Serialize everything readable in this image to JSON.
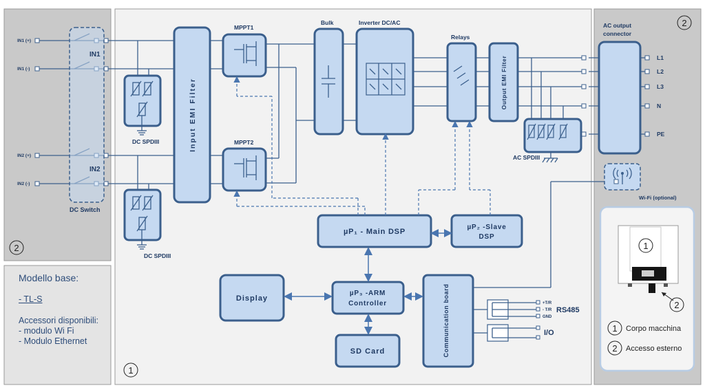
{
  "labels": {
    "in1_pos": "IN1 (+)",
    "in1_neg": "IN1 (-)",
    "in2_pos": "IN2 (+)",
    "in2_neg": "IN2 (-)",
    "in1": "IN1",
    "in2": "IN2",
    "dc_switch": "DC Switch",
    "dc_spd": "DC SPDIII",
    "input_emi": "Input EMI Filter",
    "mppt1": "MPPT1",
    "mppt2": "MPPT2",
    "bulk": "Bulk",
    "inverter": "Inverter DC/AC",
    "relays": "Relays",
    "output_emi": "Output EMI Filter",
    "ac_output": [
      "AC output",
      "connector"
    ],
    "l1": "L1",
    "l2": "L2",
    "l3": "L3",
    "n": "N",
    "pe": "PE",
    "ac_spd": "AC SPDIII",
    "wifi": "Wi-Fi (optional)",
    "main_dsp": "µP₁ - Main DSP",
    "slave_dsp": [
      "µP₂ -Slave",
      "DSP"
    ],
    "display": "Display",
    "arm": [
      "µP₃ -ARM",
      "Controller"
    ],
    "sd_card": "SD Card",
    "comm_board": "Communication board",
    "rs485_pins": [
      "+T/R",
      "- T/R",
      "GND"
    ],
    "rs485": "RS485",
    "io": "I/O",
    "num1": "1",
    "num2": "2"
  },
  "left_note": {
    "title": "Modello base:",
    "model": "- TL-S",
    "acc_title": "Accessori disponibili:",
    "acc1": "- modulo Wi Fi",
    "acc2": "- Modulo Ethernet"
  },
  "legend": {
    "item1": "Corpo macchina",
    "item2": "Accesso esterno"
  },
  "colors": {
    "block_fill": "#c5d9f1",
    "block_stroke": "#3b5f8c",
    "side_panel": "#c9c9c9",
    "main_panel": "#f2f2f2"
  }
}
